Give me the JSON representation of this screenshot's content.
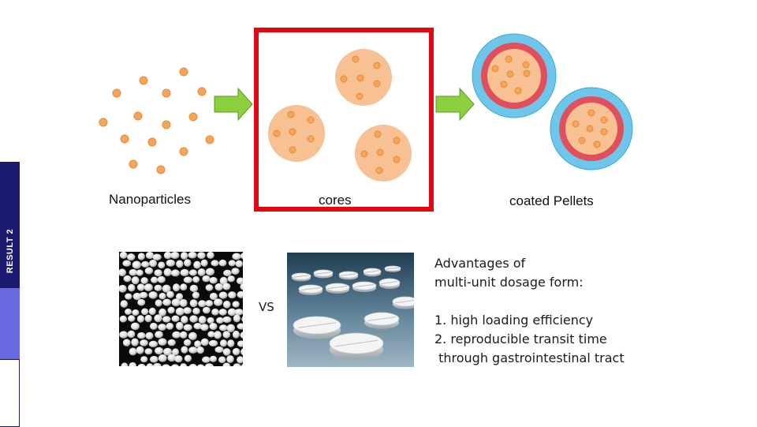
{
  "sidebar": {
    "section_label": "RESULT 2"
  },
  "diagram": {
    "label_nanoparticles": "Nanoparticles",
    "label_cores": "cores",
    "label_coated_pellets": "coated Pellets",
    "highlight_color": "#e30613",
    "particle_color": "#f5a55a",
    "core_color": "#f7c193",
    "arrow_color": "#8ccf3f",
    "coat_outer_color": "#6ec7ea",
    "coat_inner_color": "#e0505c"
  },
  "comparison": {
    "vs_label": "VS",
    "advantages_title_line1": "Advantages of",
    "advantages_title_line2": "multi-unit dosage form:",
    "advantage_1": "1. high loading efficiency",
    "advantage_2_line1": "2. reproducible transit time",
    "advantage_2_line2": " through gastrointestinal tract"
  }
}
